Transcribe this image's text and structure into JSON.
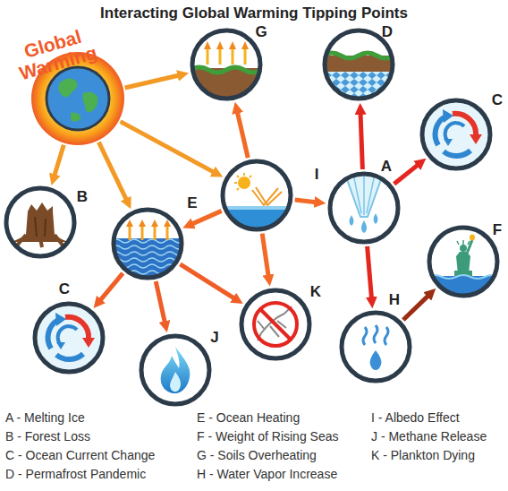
{
  "diagram": {
    "title": "Interacting Global Warming Tipping Points",
    "nodes": [
      {
        "text": [
          "Global Warming"
        ]
      },
      {
        "text": [
          "G"
        ]
      },
      {
        "text": [
          "D"
        ]
      },
      {
        "text": [
          "C"
        ]
      },
      {
        "text": [
          "B"
        ]
      },
      {
        "text": [
          "I"
        ]
      },
      {
        "text": [
          "A"
        ]
      },
      {
        "text": [
          "E"
        ]
      },
      {
        "text": [
          "F"
        ]
      },
      {
        "text": [
          "C"
        ]
      },
      {
        "text": [
          "K"
        ]
      },
      {
        "text": [
          "J"
        ]
      },
      {
        "text": [
          "H"
        ]
      }
    ],
    "edges": [
      {
        "from": 0,
        "to": 1,
        "arrow": "to"
      },
      {
        "from": 0,
        "to": 4,
        "arrow": "to"
      },
      {
        "from": 0,
        "to": 7,
        "arrow": "to"
      },
      {
        "from": 0,
        "to": 5,
        "arrow": "to"
      },
      {
        "from": 5,
        "to": 1,
        "arrow": "to"
      },
      {
        "from": 5,
        "to": 6,
        "arrow": "to"
      },
      {
        "from": 5,
        "to": 7,
        "arrow": "to"
      },
      {
        "from": 5,
        "to": 10,
        "arrow": "to"
      },
      {
        "from": 7,
        "to": 9,
        "arrow": "to"
      },
      {
        "from": 7,
        "to": 11,
        "arrow": "to"
      },
      {
        "from": 7,
        "to": 10,
        "arrow": "to"
      },
      {
        "from": 6,
        "to": 2,
        "arrow": "to"
      },
      {
        "from": 6,
        "to": 3,
        "arrow": "to"
      },
      {
        "from": 6,
        "to": 12,
        "arrow": "to"
      },
      {
        "from": 12,
        "to": 8,
        "arrow": "to"
      }
    ],
    "legend": [
      {
        "text": "A - Melting Ice"
      },
      {
        "text": "B - Forest Loss"
      },
      {
        "text": "C - Ocean Current Change"
      },
      {
        "text": "D - Permafrost Pandemic"
      },
      {
        "text": "E - Ocean Heating"
      },
      {
        "text": "F - Weight of Rising Seas"
      },
      {
        "text": "G - Soils Overheating"
      },
      {
        "text": "H - Water Vapor Increase"
      },
      {
        "text": "I - Albedo Effect"
      },
      {
        "text": "J - Methane Release"
      },
      {
        "text": "K - Plankton Dying"
      }
    ]
  }
}
